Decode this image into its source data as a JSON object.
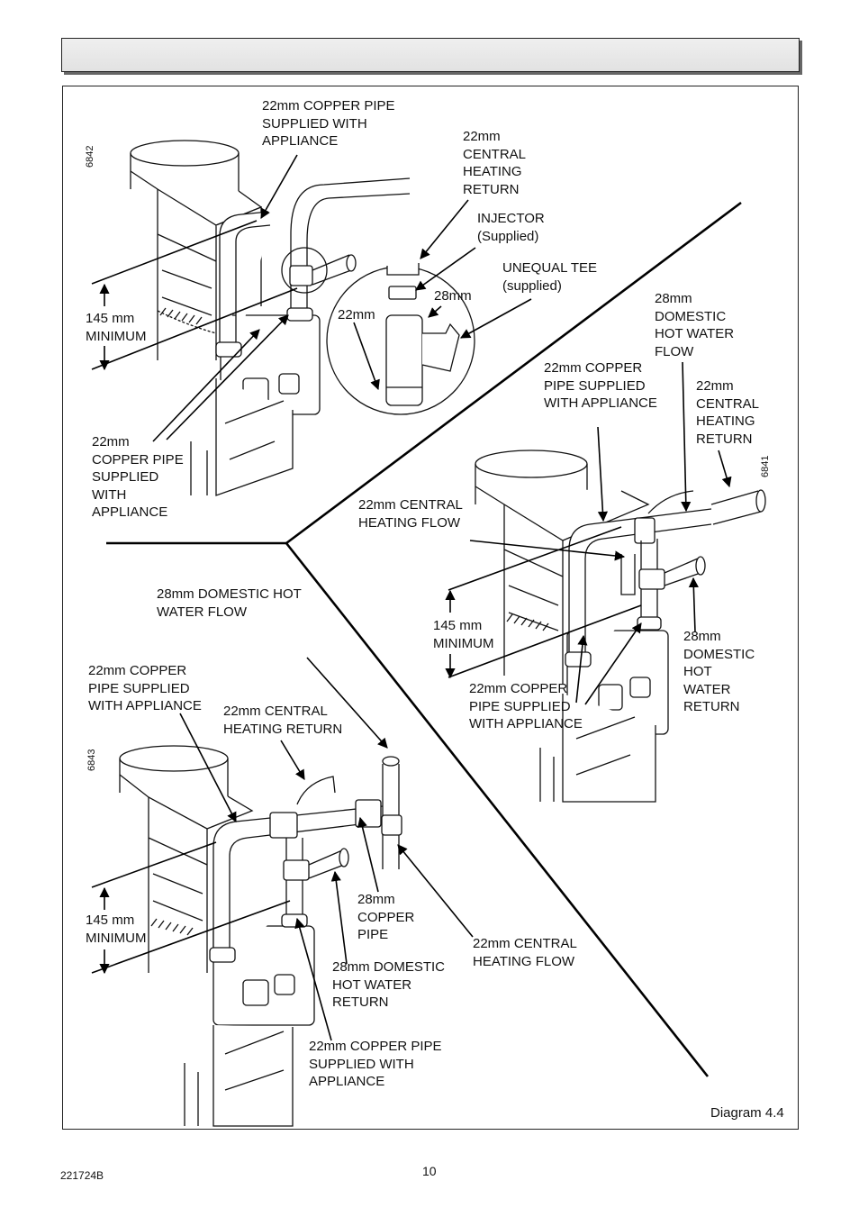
{
  "header": {
    "title": ""
  },
  "diagram": {
    "caption": "Diagram 4.4",
    "figure_codes": {
      "top_left": "6842",
      "right": "6841",
      "bottom_left": "6843"
    },
    "labels": {
      "tl_pipe_top": "22mm COPPER PIPE\nSUPPLIED WITH\nAPPLIANCE",
      "tl_ch_return": "22mm\nCENTRAL\nHEATING\nRETURN",
      "tl_injector": "INJECTOR\n(Supplied)",
      "tl_unequal_tee": "UNEQUAL TEE\n(supplied)",
      "tl_28mm": "28mm",
      "tl_22mm": "22mm",
      "tl_145": "145 mm\nMINIMUM",
      "tl_pipe_bottom": "22mm\nCOPPER PIPE\nSUPPLIED\nWITH\nAPPLIANCE",
      "r_dhw_flow": "28mm\nDOMESTIC\nHOT WATER\nFLOW",
      "r_pipe_top": "22mm COPPER\nPIPE SUPPLIED\nWITH APPLIANCE",
      "r_ch_return": "22mm\nCENTRAL\nHEATING\nRETURN",
      "r_ch_flow": "22mm CENTRAL\nHEATING FLOW",
      "r_145": "145 mm\nMINIMUM",
      "r_dhw_return": "28mm\nDOMESTIC\nHOT\nWATER\nRETURN",
      "r_pipe_bottom": "22mm COPPER\nPIPE SUPPLIED\nWITH APPLIANCE",
      "bl_dhw_flow": "28mm DOMESTIC HOT\nWATER FLOW",
      "bl_pipe_top": "22mm COPPER\nPIPE SUPPLIED\nWITH APPLIANCE",
      "bl_ch_return": "22mm CENTRAL\nHEATING RETURN",
      "bl_145": "145 mm\nMINIMUM",
      "bl_28_copper": "28mm\nCOPPER\nPIPE",
      "bl_ch_flow": "22mm CENTRAL\nHEATING FLOW",
      "bl_dhw_return": "28mm DOMESTIC\nHOT WATER\nRETURN",
      "bl_pipe_bottom": "22mm COPPER PIPE\nSUPPLIED WITH\nAPPLIANCE"
    }
  },
  "footer": {
    "doc_code": "221724B",
    "page_number": "10"
  }
}
